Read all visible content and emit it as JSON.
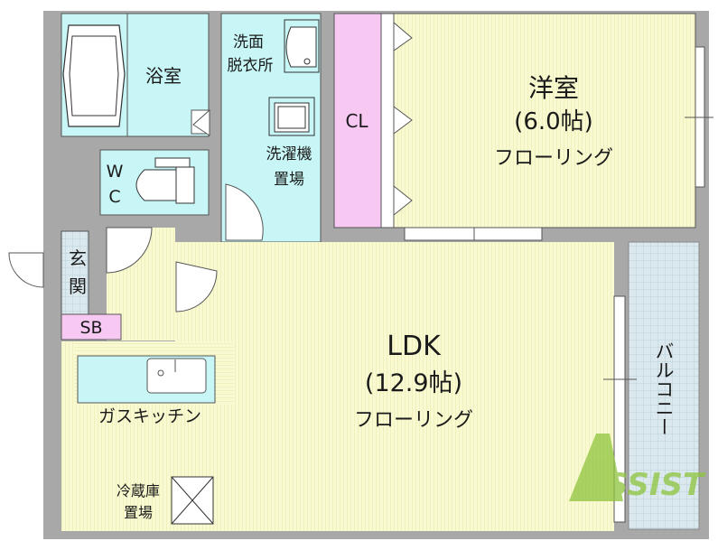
{
  "rooms": {
    "bath": {
      "label": "浴室"
    },
    "washroom": {
      "label_line1": "洗面",
      "label_line2": "脱衣所"
    },
    "laundry": {
      "label_line1": "洗濯機",
      "label_line2": "置場"
    },
    "wc": {
      "label_line1": "W",
      "label_line2": "C"
    },
    "closet": {
      "label": "CL"
    },
    "western": {
      "name": "洋室",
      "size": "(6.0帖)",
      "floor": "フローリング"
    },
    "entrance": {
      "label_line1": "玄",
      "label_line2": "関"
    },
    "shoe_box": {
      "label": "SB"
    },
    "ldk": {
      "name": "LDK",
      "size": "(12.9帖)",
      "floor": "フローリング"
    },
    "kitchen": {
      "label": "ガスキッチン"
    },
    "fridge": {
      "label_line1": "冷蔵庫",
      "label_line2": "置場"
    },
    "balcony": {
      "label": "バルコニー"
    }
  },
  "watermark": {
    "text": "ASSIST"
  },
  "colors": {
    "wall": "#a6a6a6",
    "floor_yellow": "#fafad0",
    "wet_cyan": "#c8f5f5",
    "closet_pink": "#f7c8f2",
    "entrance_blue": "#d2e2ee",
    "balcony_blue": "#dcecf0",
    "watermark_green": "#8ec43c"
  }
}
